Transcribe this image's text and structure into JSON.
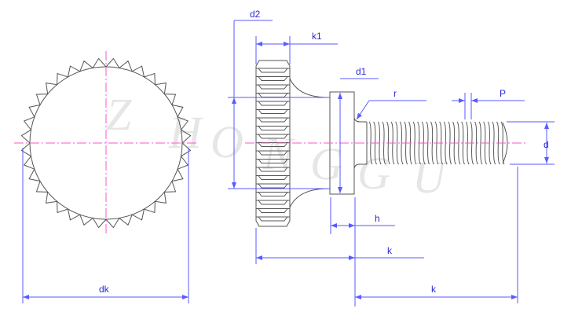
{
  "drawing": {
    "watermark": [
      "Z",
      "H",
      "O",
      "N",
      "G",
      "G",
      "U"
    ],
    "labels": {
      "d2": "d2",
      "k1": "k1",
      "d1": "d1",
      "r": "r",
      "P": "P",
      "d": "d",
      "h": "h",
      "k_head": "k",
      "k_shank": "k",
      "dk": "dk"
    },
    "colors": {
      "object": "#555555",
      "dimension": "#5a5aff",
      "centerline": "#ff55cc"
    },
    "knurl_teeth": 36
  }
}
